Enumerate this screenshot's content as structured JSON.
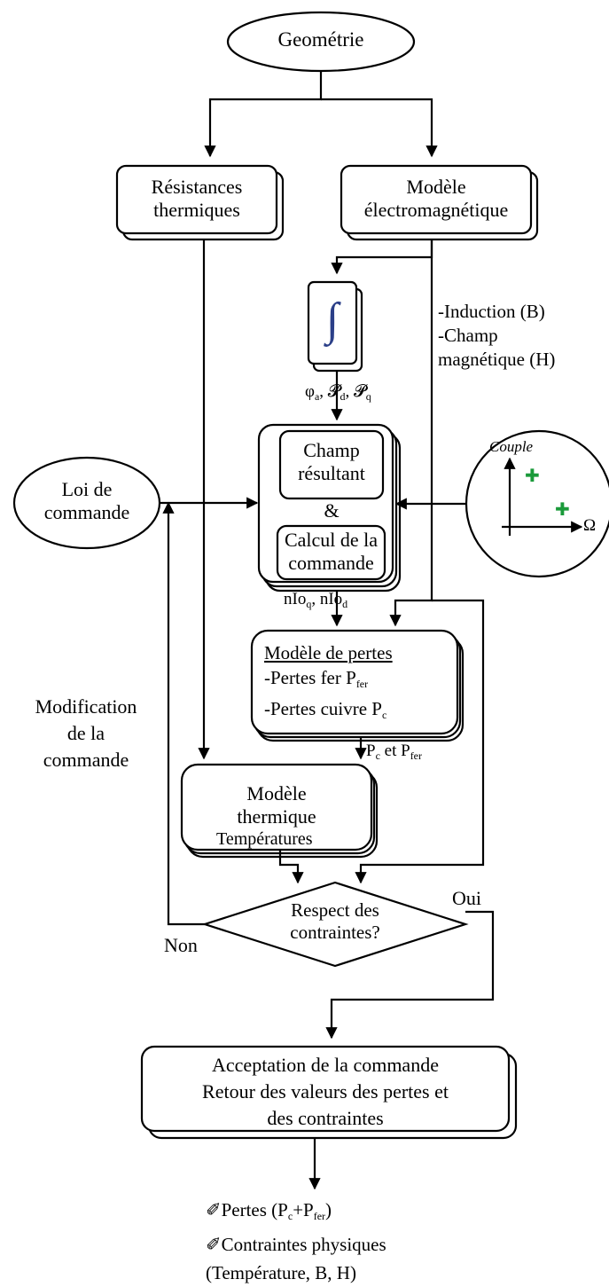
{
  "nodes": {
    "geometrie": "Geométrie",
    "resistances": [
      "Résistances",
      "thermiques"
    ],
    "modele_em": [
      "Modèle",
      "électromagnétique"
    ],
    "integral_symbol": "∫",
    "em_outputs": [
      "-Induction (B)",
      "-Champ",
      "magnétique (H)"
    ],
    "flux_labels": {
      "phi": "φ",
      "phi_sub": "a",
      "p": "𝓟",
      "pd_sub": "d",
      "pq_sub": "q"
    },
    "champ_resultant": [
      "Champ",
      "résultant"
    ],
    "ampersand": "&",
    "calcul_commande": [
      "Calcul de la",
      "commande"
    ],
    "loi_commande": [
      "Loi de",
      "commande"
    ],
    "torque_plot": {
      "ylabel": "Couple",
      "xlabel": "Ω",
      "marker": "✚"
    },
    "current_labels": {
      "nio": "nIo",
      "q_sub": "q",
      "d_sub": "d"
    },
    "modele_pertes": {
      "title": "Modèle de pertes",
      "line1": "-Pertes fer P",
      "line1_sub": "fer",
      "line2": "-Pertes cuivre P",
      "line2_sub": "c"
    },
    "modification": [
      "Modification",
      "de la",
      "commande"
    ],
    "losses_label": {
      "p": "P",
      "c_sub": "c",
      "et": " et P",
      "fer_sub": "fer"
    },
    "modele_thermique": [
      "Modèle",
      "thermique"
    ],
    "temperatures": "Températures",
    "decision": [
      "Respect des",
      "contraintes?"
    ],
    "oui": "Oui",
    "non": "Non",
    "acceptation": [
      "Acceptation de la commande",
      "Retour des valeurs des pertes et",
      "des contraintes"
    ],
    "pencil_icon": "✐",
    "outputs": {
      "pertes": "Pertes (P",
      "pertes_c": "c",
      "pertes_plus": "+P",
      "pertes_fer": "fer",
      "pertes_end": ")",
      "contraintes": "Contraintes physiques",
      "details": "(Température, B, H)"
    }
  }
}
